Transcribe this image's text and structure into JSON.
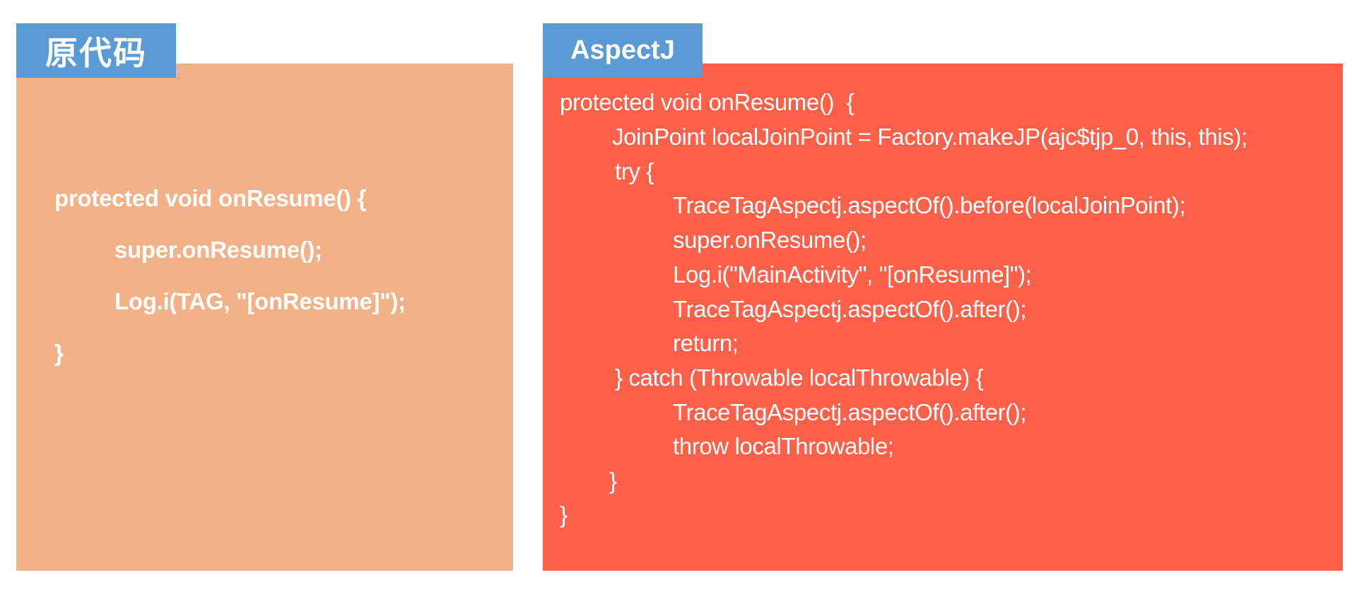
{
  "original": {
    "tab_label": "原代码",
    "lines": [
      "protected void onResume() {",
      "super.onResume();",
      "Log.i(TAG, \"[onResume]\");",
      "}"
    ]
  },
  "aspectj": {
    "tab_label": "AspectJ",
    "lines": [
      "protected void onResume()  {",
      "JoinPoint localJoinPoint = Factory.makeJP(ajc$tjp_0, this, this);",
      "try {",
      "TraceTagAspectj.aspectOf().before(localJoinPoint);",
      "super.onResume();",
      "Log.i(\"MainActivity\", \"[onResume]\");",
      "TraceTagAspectj.aspectOf().after();",
      "return;",
      "} catch (Throwable localThrowable) {",
      "TraceTagAspectj.aspectOf().after();",
      "throw localThrowable;",
      "}",
      "}"
    ]
  },
  "colors": {
    "tab_blue": "#5b9bd5",
    "original_panel": "#f3b187",
    "aspectj_panel": "#fe604a",
    "text": "#ffffff"
  }
}
